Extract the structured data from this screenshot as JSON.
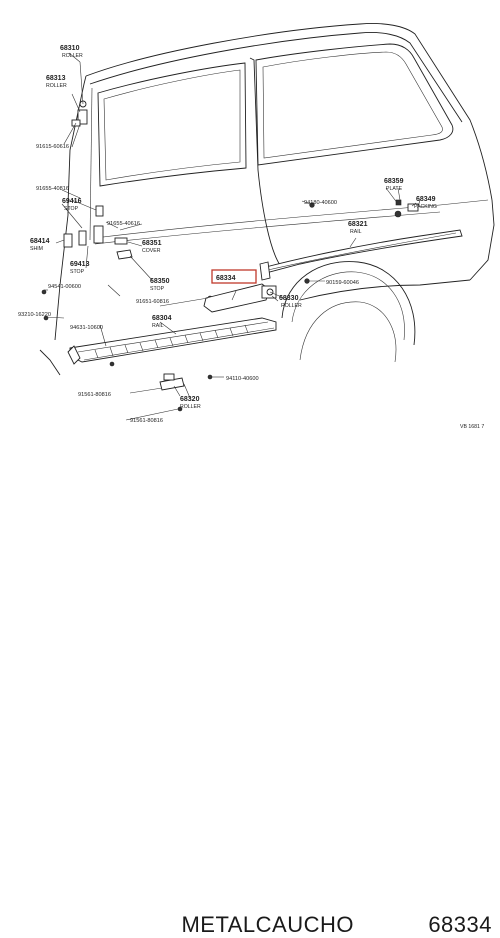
{
  "diagram": {
    "labels": {
      "p68310": {
        "num": "68310",
        "name": "ROLLER"
      },
      "p68313": {
        "num": "68313",
        "name": "ROLLER"
      },
      "p91615": {
        "num": "91615-60616"
      },
      "p91655": {
        "num": "91655-40816"
      },
      "p69416": {
        "num": "69416",
        "name": "STOP"
      },
      "p91655b": {
        "num": "91655-40616"
      },
      "p68414": {
        "num": "68414",
        "name": "SHIM"
      },
      "p68351": {
        "num": "68351",
        "name": "COVER"
      },
      "p69413": {
        "num": "69413",
        "name": "STOP"
      },
      "p68350": {
        "num": "68350",
        "name": "STOP"
      },
      "p94541": {
        "num": "94541-00600"
      },
      "p91651": {
        "num": "91651-60816"
      },
      "p93210": {
        "num": "93210-16220"
      },
      "p94631": {
        "num": "94631-10600"
      },
      "p68304": {
        "num": "68304",
        "name": "RAIL"
      },
      "p68334": {
        "num": "68334"
      },
      "p68330": {
        "num": "68330",
        "name": "ROLLER"
      },
      "p68359": {
        "num": "68359",
        "name": "PLATE"
      },
      "p94180": {
        "num": "94180-40600"
      },
      "p68349": {
        "num": "68349",
        "name": "PACKING"
      },
      "p68321": {
        "num": "68321",
        "name": "RAIL"
      },
      "p90159": {
        "num": "90159-60046"
      },
      "p94110": {
        "num": "94110-40600"
      },
      "p91561a": {
        "num": "91561-80816"
      },
      "p68320": {
        "num": "68320",
        "name": "ROLLER"
      },
      "p91561b": {
        "num": "91561-80816"
      },
      "corner": "VB 1681 7"
    }
  },
  "footer": {
    "brand": "METALCAUCHO",
    "part_number": "68334"
  },
  "colors": {
    "line": "#222222",
    "highlight_box": "#c0392b",
    "background": "#ffffff"
  }
}
